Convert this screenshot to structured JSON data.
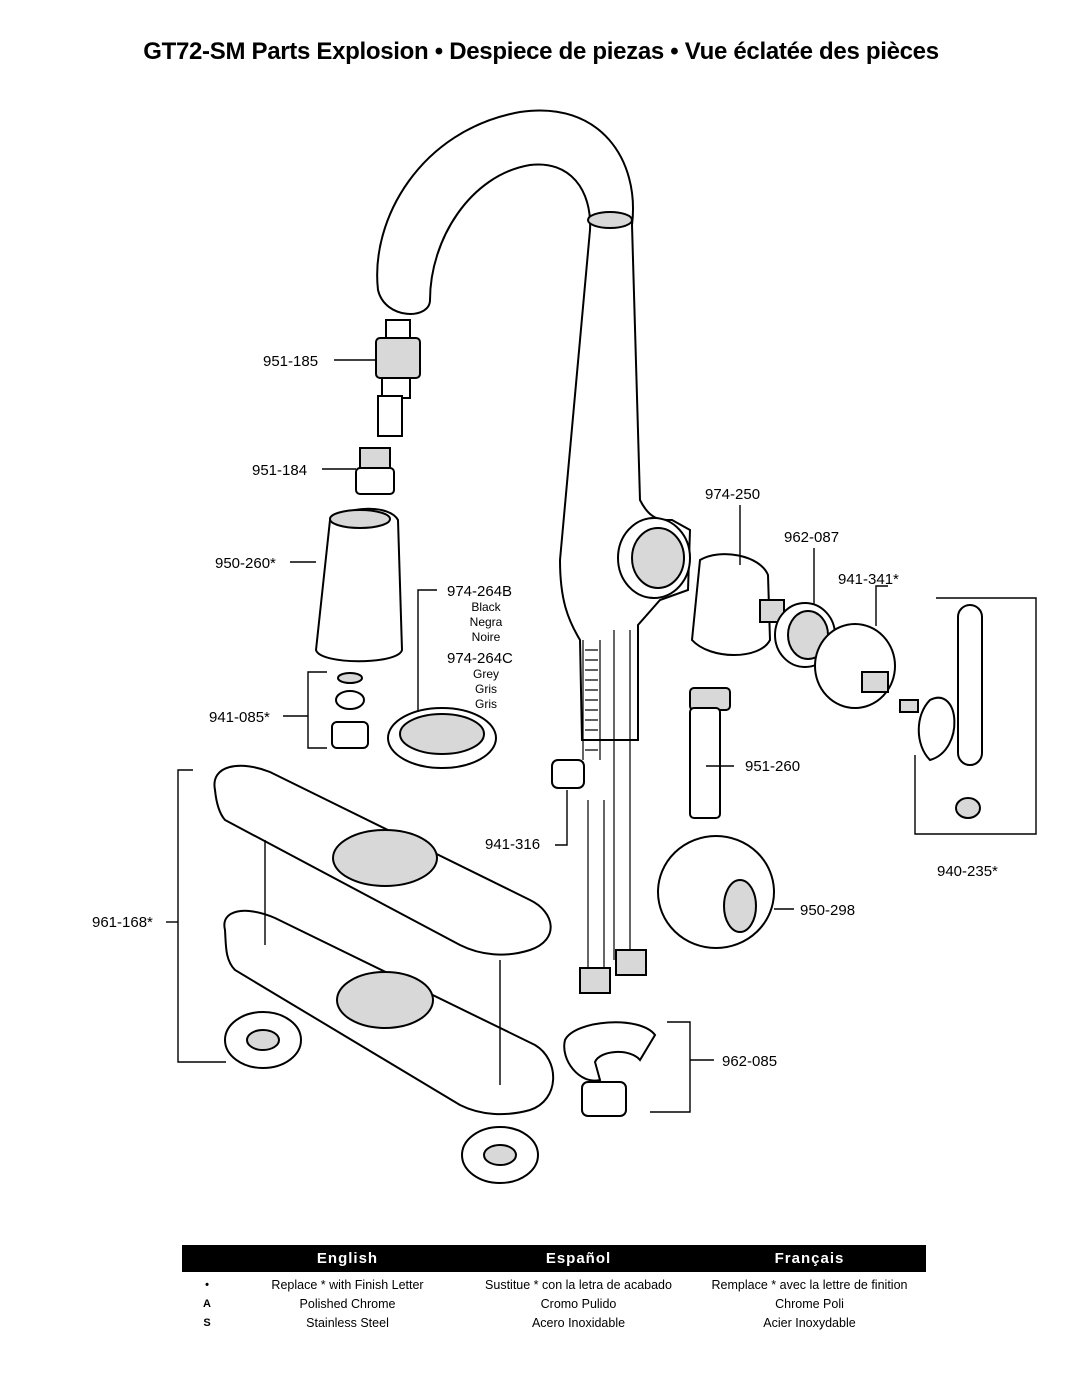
{
  "title": "GT72-SM Parts Explosion  •  Despiece de piezas  •  Vue éclatée des pièces",
  "parts": {
    "p951_185": "951-185",
    "p951_184": "951-184",
    "p950_260": "950-260*",
    "p974_264B": "974-264B",
    "p974_264B_en": "Black",
    "p974_264B_es": "Negra",
    "p974_264B_fr": "Noire",
    "p974_264C": "974-264C",
    "p974_264C_en": "Grey",
    "p974_264C_es": "Gris",
    "p974_264C_fr": "Gris",
    "p941_085": "941-085*",
    "p974_250": "974-250",
    "p962_087": "962-087",
    "p941_341": "941-341*",
    "p951_260": "951-260",
    "p941_316": "941-316",
    "p950_298": "950-298",
    "p940_235": "940-235*",
    "p961_168": "961-168*",
    "p962_085": "962-085"
  },
  "legend": {
    "headers": [
      "English",
      "Español",
      "Français"
    ],
    "rows": [
      {
        "code": "•",
        "en": "Replace * with Finish Letter",
        "es": "Sustitue * con la letra de acabado",
        "fr": "Remplace * avec la lettre de finition"
      },
      {
        "code": "A",
        "en": "Polished Chrome",
        "es": "Cromo Pulido",
        "fr": "Chrome Poli"
      },
      {
        "code": "S",
        "en": "Stainless Steel",
        "es": "Acero Inoxidable",
        "fr": "Acier Inoxydable"
      }
    ]
  }
}
